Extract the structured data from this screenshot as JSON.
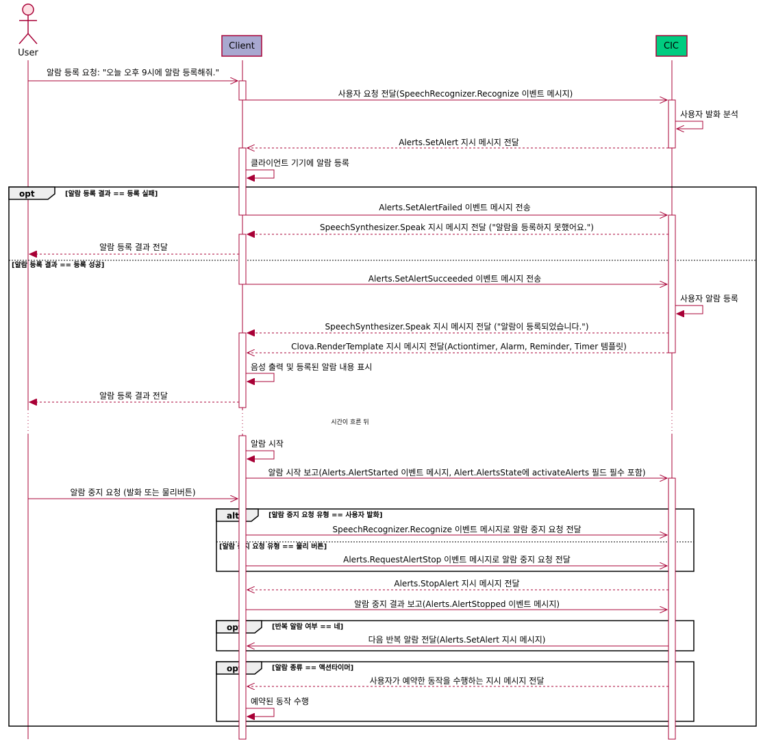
{
  "participants": {
    "user": "User",
    "client": "Client",
    "cic": "CIC"
  },
  "messages": [
    {
      "from": "user",
      "to": "client",
      "style": "solid",
      "text": "알람 등록 요청: \"오늘 오후 9시에 알람 등록해줘.\""
    },
    {
      "from": "client",
      "to": "cic",
      "style": "solid",
      "text": "사용자 요청 전달(SpeechRecognizer.Recognize 이벤트 메시지)"
    },
    {
      "from": "cic",
      "to": "cic",
      "style": "self",
      "text": "사용자 발화 분석"
    },
    {
      "from": "cic",
      "to": "client",
      "style": "dashed",
      "text": "Alerts.SetAlert 지시 메시지 전달"
    },
    {
      "from": "client",
      "to": "client",
      "style": "self",
      "text": "클라이언트 기기에 알람 등록"
    },
    {
      "from": "client",
      "to": "cic",
      "style": "solid",
      "text": "Alerts.SetAlertFailed 이벤트 메시지 전송"
    },
    {
      "from": "cic",
      "to": "client",
      "style": "dashed",
      "text": "SpeechSynthesizer.Speak 지시 메시지 전달 (\"알람을 등록하지 못했어요.\")"
    },
    {
      "from": "client",
      "to": "user",
      "style": "dashed",
      "text": "알람 등록 결과 전달"
    },
    {
      "from": "client",
      "to": "cic",
      "style": "solid",
      "text": "Alerts.SetAlertSucceeded 이벤트 메시지 전송"
    },
    {
      "from": "cic",
      "to": "cic",
      "style": "self",
      "text": "사용자 알람 등록"
    },
    {
      "from": "cic",
      "to": "client",
      "style": "dashed",
      "text": "SpeechSynthesizer.Speak 지시 메시지 전달 (\"알람이 등록되었습니다.\")"
    },
    {
      "from": "cic",
      "to": "client",
      "style": "dashed",
      "text": "Clova.RenderTemplate 지시 메시지 전달(Actiontimer, Alarm, Reminder, Timer 템플릿)"
    },
    {
      "from": "client",
      "to": "client",
      "style": "self",
      "text": "음성 출력 및 등록된 알람 내용 표시"
    },
    {
      "from": "client",
      "to": "user",
      "style": "dashed",
      "text": "알람 등록 결과 전달"
    },
    {
      "from": "client",
      "to": "client",
      "style": "self",
      "text": "알람 시작"
    },
    {
      "from": "client",
      "to": "cic",
      "style": "solid",
      "text": "알람 시작 보고(Alerts.AlertStarted 이벤트 메시지, Alert.AlertsState에 activateAlerts 필드 필수 포함)"
    },
    {
      "from": "user",
      "to": "client",
      "style": "solid",
      "text": "알람 중지 요청 (발화 또는 물리버튼)"
    },
    {
      "from": "client",
      "to": "cic",
      "style": "solid",
      "text": "SpeechRecognizer.Recognize 이벤트 메시지로 알람 중지 요청 전달"
    },
    {
      "from": "client",
      "to": "cic",
      "style": "solid",
      "text": "Alerts.RequestAlertStop 이벤트 메시지로 알람 중지 요청 전달"
    },
    {
      "from": "cic",
      "to": "client",
      "style": "dashed",
      "text": "Alerts.StopAlert 지시 메시지 전달"
    },
    {
      "from": "client",
      "to": "cic",
      "style": "solid",
      "text": "알람 중지 결과 보고(Alerts.AlertStopped 이벤트 메시지)"
    },
    {
      "from": "cic",
      "to": "client",
      "style": "solid",
      "text": "다음 반복 알람 전달(Alerts.SetAlert 지시 메시지)"
    },
    {
      "from": "cic",
      "to": "client",
      "style": "dashed",
      "text": "사용자가 예약한 동작을 수행하는 지시 메시지 전달"
    },
    {
      "from": "client",
      "to": "client",
      "style": "self",
      "text": "예약된 동작 수행"
    }
  ],
  "frames": {
    "opt1": {
      "keyword": "opt",
      "guard": "[알람 등록 결과 == 등록 실패]",
      "else_guard": "[알람 등록 결과 == 등록 성공]"
    },
    "alt1": {
      "keyword": "alt",
      "guard": "[알람 중지 요청 유형 == 사용자 발화]",
      "else_guard": "[알람 중지 요청 유형 == 물리 버튼]"
    },
    "opt2": {
      "keyword": "opt",
      "guard": "[반복 알람 여부 == 네]"
    },
    "opt3": {
      "keyword": "opt",
      "guard": "[알람 종류 == 액션타이머]"
    }
  },
  "delay_text": "시간이 흐른 뒤",
  "colors": {
    "line": "#a80036",
    "client_fill": "#a8a8d0",
    "cic_fill": "#00cc80",
    "actor_fill": "#fedfe4",
    "activation_fill": "#ffffff"
  }
}
